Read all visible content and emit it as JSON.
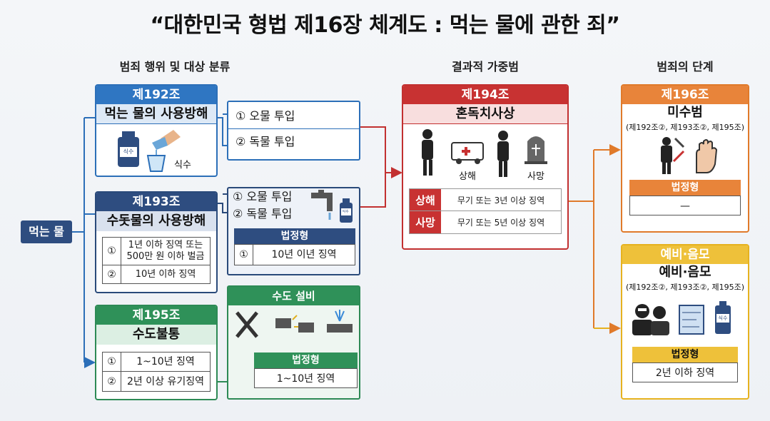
{
  "title": "“대한민국 형법 제16장 체계도 : 먹는 물에 관한 죄”",
  "columns": {
    "left": "범죄 행위 및 대상 분류",
    "middle": "결과적 가중범",
    "right": "범죄의 단계"
  },
  "root": "먹는 물",
  "art192": {
    "header": "제192조",
    "name": "먹는 물의 사용방해",
    "icon_label": "식수",
    "bottle_label": "식수",
    "acts": [
      "① 오물 투입",
      "② 독물 투입"
    ]
  },
  "art193": {
    "header": "제193조",
    "name": "수돗물의 사용방해",
    "acts": [
      "① 오물 투입",
      "② 독물 투입"
    ],
    "bottle_label": "식수",
    "penalties": [
      {
        "num": "①",
        "text": "1년 이하 징역 또는 500만 원 이하 벌금"
      },
      {
        "num": "②",
        "text": "10년 이하 징역"
      }
    ],
    "legal_penalty": {
      "header": "법정형",
      "num": "①",
      "text": "10년 이년 징역"
    }
  },
  "art195": {
    "header": "제195조",
    "name": "수도불통",
    "penalties": [
      {
        "num": "①",
        "text": "1~10년 징역"
      },
      {
        "num": "②",
        "text": "2년 이상 유기징역"
      }
    ],
    "facility": {
      "header": "수도 설비"
    },
    "legal_penalty": {
      "header": "법정형",
      "text": "1~10년 징역"
    }
  },
  "art194": {
    "header": "제194조",
    "name": "혼독치사상",
    "icon_labels": [
      "상해",
      "사망"
    ],
    "rows": [
      {
        "label": "상해",
        "text": "무기 또는 3년 이상 징역"
      },
      {
        "label": "사망",
        "text": "무기 또는 5년 이상 징역"
      }
    ]
  },
  "art196": {
    "header": "제196조",
    "name": "미수범",
    "ref": "(제192조②, 제193조②, 제195조)",
    "legal_penalty": {
      "header": "법정형",
      "text": "—"
    }
  },
  "prep": {
    "header": "예비·음모",
    "name": "예비·음모",
    "ref": "(제192조②, 제193조②, 제195조)",
    "bottle_label": "식수",
    "legal_penalty": {
      "header": "법정형",
      "text": "2년 이하 징역"
    }
  },
  "colors": {
    "blue": "#2f76c2",
    "navy": "#2e4d80",
    "green": "#2f9159",
    "red": "#c83232",
    "orange": "#e8843a",
    "yellow": "#eec13a"
  }
}
